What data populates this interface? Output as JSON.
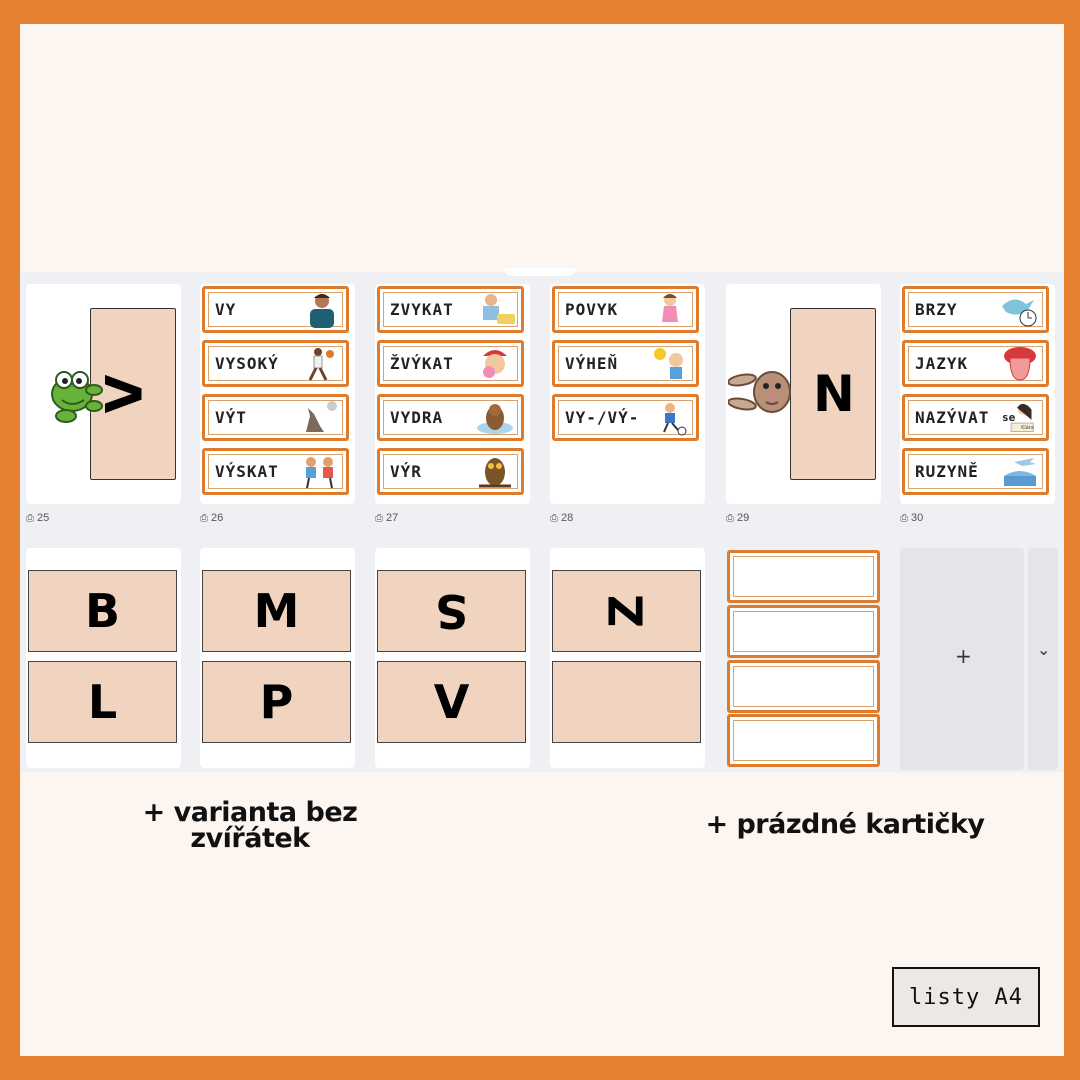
{
  "pages": {
    "p25": {
      "number": "25",
      "letter": "V"
    },
    "p26": {
      "number": "26",
      "words": [
        "VY",
        "VYSOKÝ",
        "VÝT",
        "VÝSKAT"
      ]
    },
    "p27": {
      "number": "27",
      "words": [
        "ZVYKAT",
        "ŽVÝKAT",
        "VYDRA",
        "VÝR"
      ]
    },
    "p28": {
      "number": "28",
      "words": [
        "POVYK",
        "VÝHEŇ",
        "VY-/VÝ-"
      ]
    },
    "p29": {
      "number": "29",
      "letter": "N"
    },
    "p30": {
      "number": "30",
      "words": [
        "BRZY",
        "JAZYK",
        "NAZÝVAT",
        "RUZYNĚ"
      ],
      "small_label": "se",
      "tiny_label": "Klára"
    }
  },
  "letter_pages": [
    {
      "top": "B",
      "bottom": "L"
    },
    {
      "top": "M",
      "bottom": "P"
    },
    {
      "top": "S",
      "bottom": "V"
    },
    {
      "top": "Z",
      "bottom": ""
    }
  ],
  "add_page": {
    "plus": "+",
    "chevron": "⌄"
  },
  "captions": {
    "left": "+ varianta bez zvířátek",
    "right": "+ prázdné kartičky"
  },
  "badge": "listy A4",
  "colors": {
    "frame": "#e58130",
    "card_border": "#de7b2c",
    "letter_fill": "#f1d4c0"
  },
  "icons": {
    "print": "print-icon",
    "frog": "frog-icon",
    "rabbit": "rabbit-icon"
  }
}
